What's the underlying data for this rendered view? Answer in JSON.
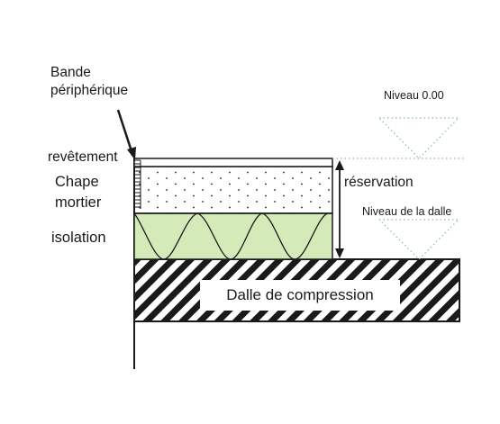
{
  "labels": {
    "bande_line1": "Bande",
    "bande_line2": "périphérique",
    "revetement": "revêtement",
    "chape_line1": "Chape",
    "chape_line2": "mortier",
    "isolation": "isolation",
    "reservation": "réservation",
    "niveau_000": "Niveau   0.00",
    "niveau_dalle": "Niveau   de la dalle",
    "dalle_compression": "Dalle de compression"
  },
  "colors": {
    "insulation_fill": "#d4eab8",
    "ink": "#1a1a1a",
    "dotted_guides": "#8ab8b8"
  }
}
